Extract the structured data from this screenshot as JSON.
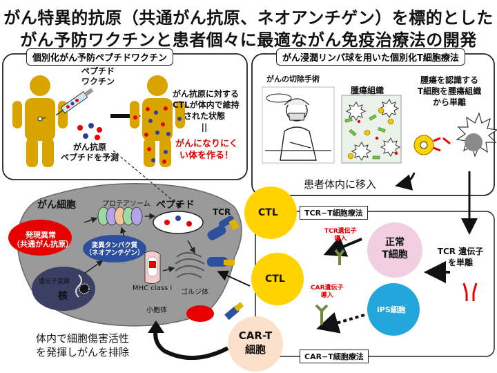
{
  "title": {
    "line1": "がん特異的抗原（共通がん抗原、ネオアンチゲン）を標的とした",
    "line2": "がん予防ワクチンと患者個々に最適ながん免疫治療法の開発"
  },
  "vaccine_panel": {
    "title": "個別化がん予防ペプチドワクチン",
    "peptide_vaccine": [
      "ペプチド",
      "ワクチン"
    ],
    "predict": [
      "がん抗原",
      "ペプチドを予測"
    ],
    "ctl_state": [
      "がん抗原に対する",
      "CTLが体内で維持",
      "された状態"
    ],
    "equals": "||",
    "result": [
      "がんになりにく",
      "い体を作る！"
    ]
  },
  "tcell_panel": {
    "title": "がん浸潤リンパ球を用いた個別化T細胞療法",
    "surgery": "がんの切除手術",
    "tumor_tissue": "腫瘍組織",
    "isolate": [
      "腫瘍を認識する",
      "T細胞を腫瘍組織",
      "から単離"
    ]
  },
  "transfer": "患者体内に移入",
  "cancer_cell": {
    "title": "がん細胞",
    "proteasome": "プロテアソーム",
    "peptide": "ペプチド",
    "expression_abnormality": [
      "発現異常",
      "（共通がん抗原）"
    ],
    "mutant_protein": [
      "変異タンパク質",
      "（ネオアンチゲン）"
    ],
    "gene_mutation": "遺伝子変異",
    "nucleus": "核",
    "mhc": "MHC class I",
    "er": "小胞体",
    "golgi": "ゴルジ体"
  },
  "tcr": "TCR",
  "ctl": "CTL",
  "tcr_t_therapy": "TCR−T細胞療法",
  "car_t_therapy": "CAR−T細胞療法",
  "tcr_gene_intro": [
    "TCR遺伝子",
    "導入"
  ],
  "car_gene_intro": [
    "CAR遺伝子",
    "導入"
  ],
  "normal_t": [
    "正常",
    "T細胞"
  ],
  "ips": "iPS細胞",
  "tcr_gene_isolate": [
    "TCR 遺伝子",
    "を単離"
  ],
  "car_t_cell": [
    "CAR-T",
    "細胞"
  ],
  "kill": [
    "体内で細胞傷害活性",
    "を発揮しがんを排除"
  ],
  "colors": {
    "body": "#d9a400",
    "ctl": "#ffd200",
    "ips": "#22a6dc",
    "normal_t": "#f1cfe0",
    "car_t": "#fbe1cc",
    "cancer": "#9a9a9a",
    "red_blob": "#e60000",
    "nucleus": "#3a3f63"
  }
}
